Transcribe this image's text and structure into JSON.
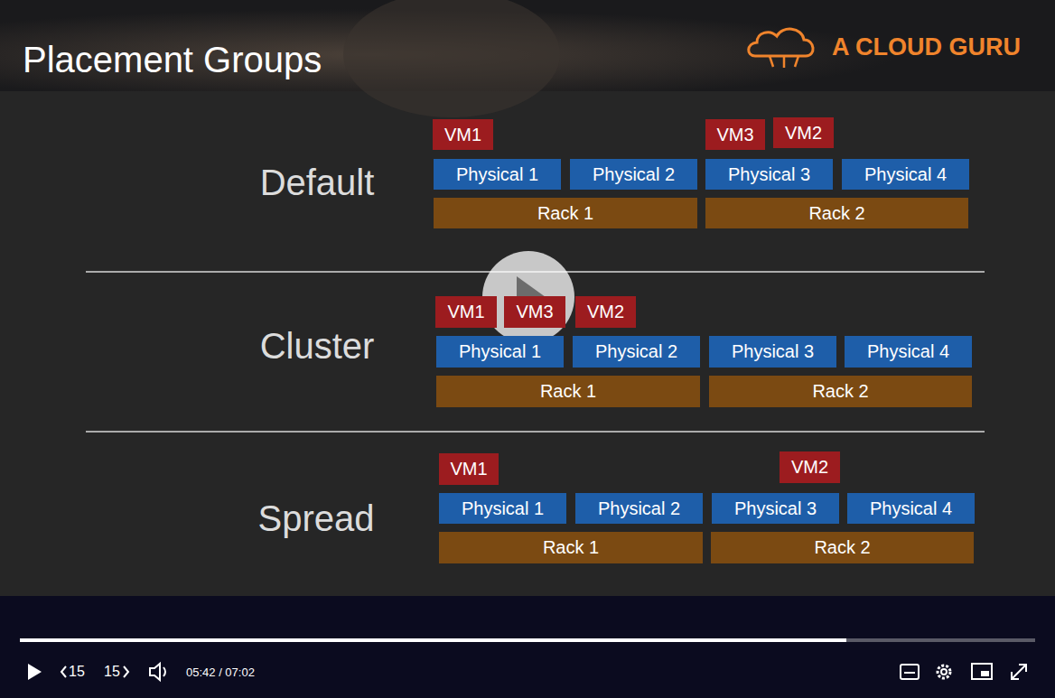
{
  "diagram": {
    "title": "Placement Groups",
    "nodes": [
      {
        "text": [
          "VM1"
        ]
      },
      {
        "text": [
          "VM3"
        ]
      },
      {
        "text": [
          "VM2"
        ]
      },
      {
        "text": [
          "Physical 1"
        ]
      },
      {
        "text": [
          "Physical 2"
        ]
      },
      {
        "text": [
          "Physical 3"
        ]
      },
      {
        "text": [
          "Physical 4"
        ]
      },
      {
        "text": [
          "Rack 1"
        ]
      },
      {
        "text": [
          "Rack 2"
        ]
      },
      {
        "text": [
          "VM1"
        ]
      },
      {
        "text": [
          "VM3"
        ]
      },
      {
        "text": [
          "VM2"
        ]
      },
      {
        "text": [
          "Physical 1"
        ]
      },
      {
        "text": [
          "Physical 2"
        ]
      },
      {
        "text": [
          "Physical 3"
        ]
      },
      {
        "text": [
          "Physical 4"
        ]
      },
      {
        "text": [
          "Rack 1"
        ]
      },
      {
        "text": [
          "Rack 2"
        ]
      },
      {
        "text": [
          "VM1"
        ]
      },
      {
        "text": [
          "VM2"
        ]
      },
      {
        "text": [
          "Physical 1"
        ]
      },
      {
        "text": [
          "Physical 2"
        ]
      },
      {
        "text": [
          "Physical 3"
        ]
      },
      {
        "text": [
          "Physical 4"
        ]
      },
      {
        "text": [
          "Rack 1"
        ]
      },
      {
        "text": [
          "Rack 2"
        ]
      }
    ],
    "labels": [
      "A CLOUD GURU",
      "Default",
      "Cluster",
      "Spread",
      "15",
      "15",
      "05:42 / 07:02"
    ]
  }
}
